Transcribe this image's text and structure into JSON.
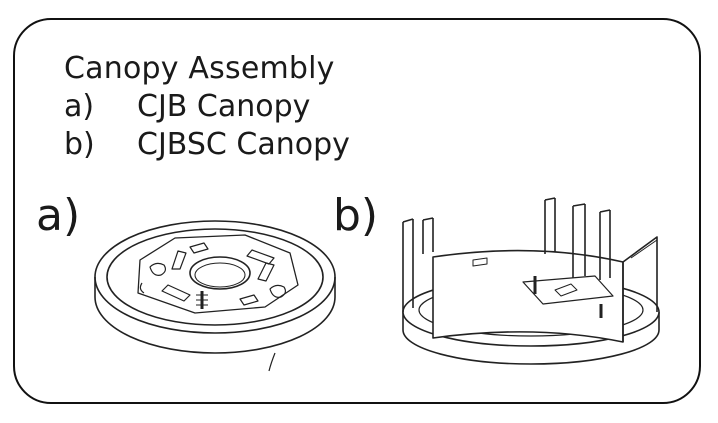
{
  "heading": "Canopy Assembly",
  "items": [
    {
      "marker": "a)",
      "label": "CJB Canopy"
    },
    {
      "marker": "b)",
      "label": "CJBSC Canopy"
    }
  ],
  "figures": [
    {
      "label": "a)"
    },
    {
      "label": "b)"
    }
  ]
}
